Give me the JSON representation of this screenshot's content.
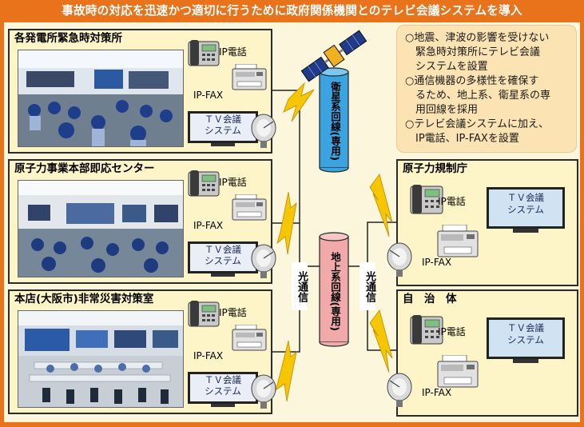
{
  "header": {
    "title": "事故時の対応を迅速かつ適切に行うために政府関係機関とのテレビ会議システムを導入"
  },
  "colors": {
    "frame": "#e8731a",
    "panel": "#fdf5c8",
    "note_bg": "#fbe3b4",
    "satellite_tube": "#3aa3e0",
    "ground_tube": "#f2a9a9",
    "bolt": "#f6c600"
  },
  "sites": [
    {
      "title": "各発電所緊急時対策所",
      "ip_phone": "IP電話",
      "ip_fax": "IP-FAX",
      "tv_line1": "ＴＶ会議",
      "tv_line2": "システム"
    },
    {
      "title": "原子力事業本部即応センター",
      "ip_phone": "IP電話",
      "ip_fax": "IP-FAX",
      "tv_line1": "ＴＶ会議",
      "tv_line2": "システム"
    },
    {
      "title": "本店(大阪市)非常災害対策室",
      "ip_phone": "IP電話",
      "ip_fax": "IP-FAX",
      "tv_line1": "ＴＶ会議",
      "tv_line2": "システム"
    }
  ],
  "agencies": [
    {
      "title": "原子力規制庁",
      "ip_phone": "IP電話",
      "ip_fax": "IP-FAX",
      "tv_line1": "ＴＶ会議",
      "tv_line2": "システム"
    },
    {
      "title": "自　治　体",
      "ip_phone": "IP電話",
      "ip_fax": "IP-FAX",
      "tv_line1": "ＴＶ会議",
      "tv_line2": "システム"
    }
  ],
  "lines": {
    "satellite": "衛星系回線(専用)",
    "ground": "地上系回線(専用)",
    "optical": "光通信"
  },
  "notes": [
    "○地震、津波の影響を受けない",
    "　緊急時対策所にテレビ会議",
    "　システムを設置",
    "○通信機器の多様性を確保す",
    "　るため、地上系、衛星系の専",
    "　用回線を採用",
    "○テレビ会議システムに加え、",
    "　IP電話、IP-FAXを設置"
  ]
}
